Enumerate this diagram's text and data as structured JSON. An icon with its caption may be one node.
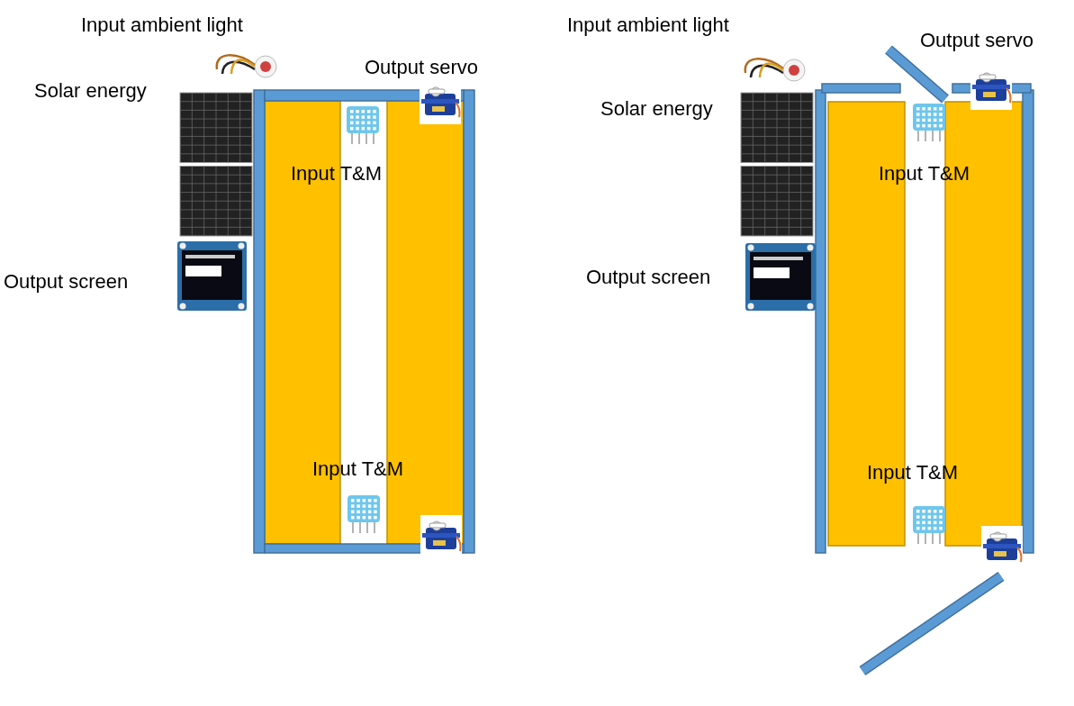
{
  "diagram": {
    "labels": [
      "Input ambient light",
      "Solar energy",
      "Output servo",
      "Input T&M",
      "Output screen",
      "Input T&M",
      "Input ambient light",
      "Output servo",
      "Solar energy",
      "Input T&M",
      "Output screen",
      "Input T&M"
    ]
  }
}
